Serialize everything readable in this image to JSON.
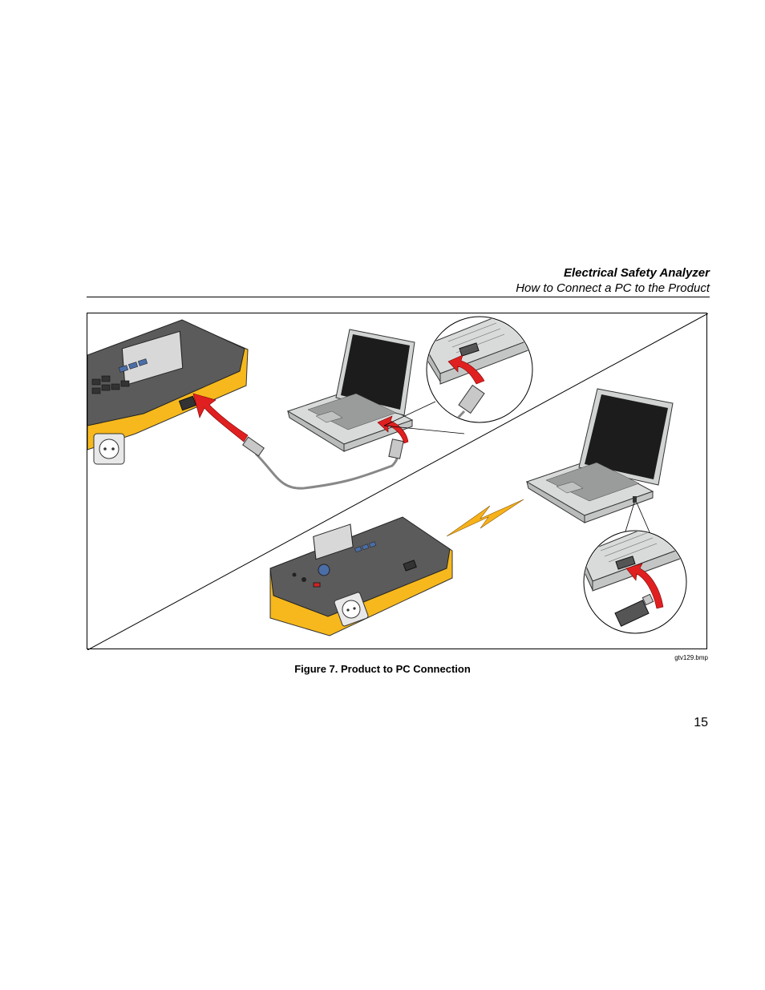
{
  "header": {
    "title": "Electrical Safety Analyzer",
    "subtitle": "How to Connect a PC to the Product"
  },
  "figure": {
    "file_name": "gtv129.bmp",
    "caption": "Figure 7. Product to PC Connection",
    "colors": {
      "analyzer_body": "#5a5a5a",
      "analyzer_yellow": "#f6b81c",
      "arrow_red": "#e02020",
      "lightning": "#f7b21b",
      "laptop_screen": "#1c1c1c",
      "laptop_body": "#d9dbdb"
    }
  },
  "page": {
    "number": "15"
  }
}
